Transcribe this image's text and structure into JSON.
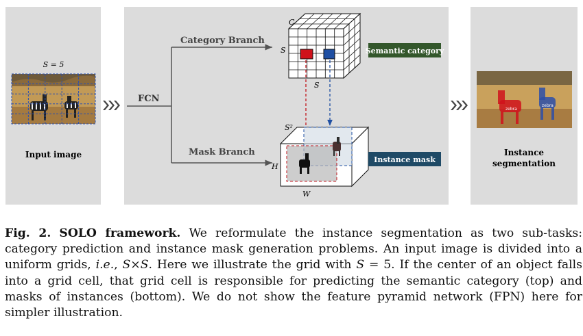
{
  "diagram": {
    "input_panel": {
      "grid_label": "S = 5",
      "caption": "Input image"
    },
    "middle_panel": {
      "fcn_label": "FCN",
      "category_branch_label": "Category Branch",
      "mask_branch_label": "Mask Branch",
      "category_tensor": {
        "dim_c": "C",
        "dim_s_left": "S",
        "dim_s_bottom": "S"
      },
      "mask_tensor": {
        "dim_s2": "S²",
        "dim_h": "H",
        "dim_w": "W"
      },
      "semantic_category_label": "Semantic category",
      "instance_mask_label": "Instance mask"
    },
    "output_panel": {
      "caption_line1": "Instance",
      "caption_line2": "segmentation",
      "label_zebra_left": "zebra",
      "label_zebra_right": "zebra"
    },
    "colors": {
      "panel_bg": "#dcdcdc",
      "semantic_tag": "#33572b",
      "instance_tag": "#1f4a66",
      "red_cell": "#d0121b",
      "blue_cell": "#1f4fa3"
    },
    "icons": [
      "triple-chevron-icon",
      "triple-chevron-icon"
    ]
  },
  "caption": {
    "fig_label": "Fig. 2.",
    "title": "SOLO framework.",
    "part1": "We reformulate the instance segmentation as two sub-tasks: category prediction and instance mask generation problems. An input image is divided into a uniform grids, ",
    "ie": "i.e.",
    "part2": ", ",
    "sxs": "S×S",
    "part3": ". Here we illustrate the grid with ",
    "s5": "S",
    "part4": " = 5. If the center of an object falls into a grid cell, that grid cell is responsible for predicting the semantic category (top) and masks of instances (bottom). We do not show the feature pyramid network (FPN) here for simpler illustration."
  }
}
